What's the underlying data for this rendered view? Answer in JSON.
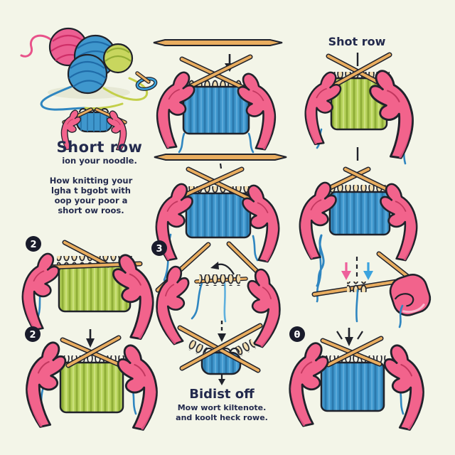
{
  "illustration": "knitting-short-row-tutorial",
  "intro": {
    "heading": "Short row",
    "subheading": "ion your noodle.",
    "body_lines": [
      "How knitting your",
      "lgha t bgobt with",
      "oop your poor a",
      "short ow roos."
    ]
  },
  "top_right": {
    "label": "Shot row"
  },
  "badges": {
    "row3_left": "2",
    "row3_middle": "3",
    "bottom_left": "2",
    "bottom_right": "θ"
  },
  "bind_off": {
    "heading": "Bidist off",
    "body_lines": [
      "Mow wort kiltenote.",
      "and koolt heck rowe."
    ]
  },
  "colors": {
    "background": "#f3f5e8",
    "outline": "#20222b",
    "text": "#232a4d",
    "hand_pink": "#f2638c",
    "hand_shade": "#d94f7c",
    "needle_tan": "#e9ad5f",
    "yarn_blue": "#3f97cd",
    "yarn_blue_dark": "#2b79ad",
    "yarn_green": "#b6d25b",
    "yarn_green_dark": "#8fae37",
    "yarn_pink": "#e8528a",
    "arrow_pink": "#ee5f9b",
    "arrow_blue": "#3ba3de",
    "badge_bg": "#191b2b"
  }
}
